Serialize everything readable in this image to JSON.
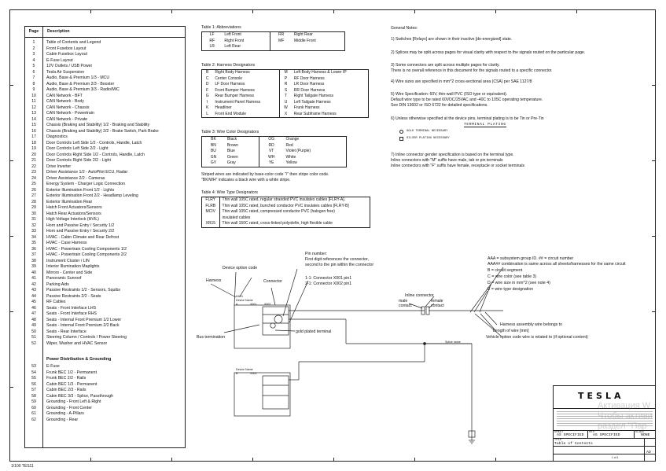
{
  "toc": {
    "headers": {
      "page": "Page",
      "description": "Description"
    },
    "entries": [
      {
        "page": "1",
        "description": "Table of Contents and Legend"
      },
      {
        "page": "2",
        "description": "Front Fusebox Layout"
      },
      {
        "page": "3",
        "description": "Cabin Fusebox Layout"
      },
      {
        "page": "4",
        "description": "E-Fuse Layout"
      },
      {
        "page": "5",
        "description": "12V Outlets / USB Power"
      },
      {
        "page": "6",
        "description": "Tesla Air Suspension"
      },
      {
        "page": "7",
        "description": "Audio, Base & Premium 1/3 - MCU"
      },
      {
        "page": "8",
        "description": "Audio, Base & Premium 2/3 - Booster"
      },
      {
        "page": "9",
        "description": "Audio, Base & Premium 3/3 - Radio/MIC"
      },
      {
        "page": "10",
        "description": "CAN Network - BFT"
      },
      {
        "page": "11",
        "description": "CAN Network - Body"
      },
      {
        "page": "12",
        "description": "CAN Network - Chassis"
      },
      {
        "page": "13",
        "description": "CAN Network - Powertrain"
      },
      {
        "page": "14",
        "description": "CAN Network - Private"
      },
      {
        "page": "15",
        "description": "Chassis (Braking and Stability) 1/2 - Braking and Stability"
      },
      {
        "page": "16",
        "description": "Chassis (Braking and Stability) 2/2 - Brake Switch, Park Brake"
      },
      {
        "page": "17",
        "description": "Diagnostics"
      },
      {
        "page": "18",
        "description": "Door Controls Left Side 1/2 - Controls, Handle, Latch"
      },
      {
        "page": "19",
        "description": "Door Controls Left Side 2/2 - Light"
      },
      {
        "page": "20",
        "description": "Door Controls Right Side 1/2 - Controls, Handle, Latch"
      },
      {
        "page": "21",
        "description": "Door Controls Right Side 2/2 - Light"
      },
      {
        "page": "22",
        "description": "Drive Inverter"
      },
      {
        "page": "23",
        "description": "Driver Assistance 1/2 - AutoPilot ECU, Radar"
      },
      {
        "page": "24",
        "description": "Driver Assistance 2/2 - Cameras"
      },
      {
        "page": "25",
        "description": "Energy System - Charger Logic Connection"
      },
      {
        "page": "26",
        "description": "Exterior Illumination Front 1/2 - Lights"
      },
      {
        "page": "27",
        "description": "Exterior Illumination Front 2/2 - Headlamp Leveling"
      },
      {
        "page": "28",
        "description": "Exterior Illumination Rear"
      },
      {
        "page": "29",
        "description": "Hatch Front Actuators/Sensors"
      },
      {
        "page": "30",
        "description": "Hatch Rear Actuators/Sensors"
      },
      {
        "page": "31",
        "description": "High Voltage Interlock (HVIL)"
      },
      {
        "page": "32",
        "description": "Horn and Passive Entry / Security 1/2"
      },
      {
        "page": "33",
        "description": "Horn and Passive Entry / Security 2/2"
      },
      {
        "page": "34",
        "description": "HVAC - Cabin Climate and Rear Defrost"
      },
      {
        "page": "35",
        "description": "HVAC - Case Harness"
      },
      {
        "page": "36",
        "description": "HVAC - Powertrain Cooling Components 1/2"
      },
      {
        "page": "37",
        "description": "HVAC - Powertrain Cooling Components 2/2"
      },
      {
        "page": "38",
        "description": "Instrument Cluster / LIN"
      },
      {
        "page": "39",
        "description": "Interior Illumination Maplights"
      },
      {
        "page": "40",
        "description": "Mirrors - Center and Side"
      },
      {
        "page": "41",
        "description": "Panoramic Sunroof"
      },
      {
        "page": "42",
        "description": "Parking Aids"
      },
      {
        "page": "43",
        "description": "Passive Restraints 1/2 - Sensors, Squibs"
      },
      {
        "page": "44",
        "description": "Passive Restraints 2/2 - Seats"
      },
      {
        "page": "45",
        "description": "RF Cables"
      },
      {
        "page": "46",
        "description": "Seats - Front Interface LHS"
      },
      {
        "page": "47",
        "description": "Seats - Front Interface RHS"
      },
      {
        "page": "48",
        "description": "Seats - Internal Front Premium 1/2 Lower"
      },
      {
        "page": "49",
        "description": "Seats - Internal Front Premium 2/2 Back"
      },
      {
        "page": "50",
        "description": "Seats - Rear Interface"
      },
      {
        "page": "51",
        "description": "Steering Column / Controls / Power Steering"
      },
      {
        "page": "52",
        "description": "Wiper, Washer and HVAC Sensor"
      }
    ],
    "section2_title": "Power Distribution & Grounding",
    "entries2": [
      {
        "page": "53",
        "description": "E-Fuse"
      },
      {
        "page": "54",
        "description": "Frunk BEC 1/2 - Permanent"
      },
      {
        "page": "55",
        "description": "Frunk BEC 2/2 - Rails"
      },
      {
        "page": "56",
        "description": "Cabin BEC 1/3 - Permanent"
      },
      {
        "page": "57",
        "description": "Cabin BEC 2/3 - Rails"
      },
      {
        "page": "58",
        "description": "Cabin BEC 3/3 - Splice, Passthrough"
      },
      {
        "page": "59",
        "description": "Grounding - Front Left & Right"
      },
      {
        "page": "60",
        "description": "Grounding - Front Center"
      },
      {
        "page": "61",
        "description": "Grounding - A-Pillars"
      },
      {
        "page": "62",
        "description": "Grounding - Rear"
      }
    ]
  },
  "table1": {
    "title": "Table 1: Abbreviations",
    "rows": [
      [
        "LF",
        "Left Front",
        "RR",
        "Right Rear"
      ],
      [
        "RF",
        "Right Front",
        "MF",
        "Middle Front"
      ],
      [
        "LR",
        "Left Rear",
        "",
        ""
      ]
    ]
  },
  "table2": {
    "title": "Table 2: Harness Designators",
    "rows": [
      [
        "B",
        "Right Body Harness",
        "M",
        "Left Body Harness & Lower IP"
      ],
      [
        "C",
        "Center Console",
        "P",
        "RF Door Harness"
      ],
      [
        "D",
        "LF Door Harness",
        "R",
        "LR Door Harness"
      ],
      [
        "F",
        "Front Bumper Harness",
        "S",
        "RR Door Harness"
      ],
      [
        "G",
        "Rear Bumper Harness",
        "T",
        "Right Tailgate Harness"
      ],
      [
        "I",
        "Instrument Panel Harness",
        "U",
        "Left Tailgate Harness"
      ],
      [
        "K",
        "Headliner",
        "W",
        "Frunk Harness"
      ],
      [
        "L",
        "Front End Module",
        "X",
        "Rear Subframe Harness"
      ]
    ]
  },
  "table3": {
    "title": "Table 3: Wire Color Designators",
    "rows": [
      [
        "BK",
        "Black",
        "OG",
        "Orange"
      ],
      [
        "BN",
        "Brown",
        "RD",
        "Red"
      ],
      [
        "BU",
        "Blue",
        "VT",
        "Violet (Purple)"
      ],
      [
        "GN",
        "Green",
        "WH",
        "White"
      ],
      [
        "GY",
        "Gray",
        "YE",
        "Yellow"
      ]
    ],
    "note1": "Striped wires are indicated by base-color code \"/\" then stripe color code.",
    "note2": "\"BK/WH\" indicates a black wire with a white stripe."
  },
  "table4": {
    "title": "Table 4: Wire Type Designators",
    "rows": [
      [
        "FLRY",
        "Thin wall 105C rated, regular stranded PVC insulates cables [FLRY-A]."
      ],
      [
        "FLRB",
        "Thin wall 105C rated, bunched conductor PVC insulates cables [FLRY-B]"
      ],
      [
        "MCIV",
        "Thin wall 105C rated, compressed conductor PVC (halogen free)"
      ],
      [
        "",
        "insulated cables"
      ],
      [
        "XR15",
        "Thin wall 150C rated, cross-linked polyolefin, high flexible cable"
      ]
    ]
  },
  "general_notes": {
    "title": "General Notes:",
    "items": [
      "1) Switches [Relays] are shown in their inactive [de-energized] state.",
      "2) Splices may be split across pages for visual clarity with respect to the signals routed on the particular page.",
      "3) Some connectors are split across multiple pages for clarity.",
      "    There is no overall reference in this document for the signals routed to a specific connector.",
      "4) Wire sizes are specified in mm^2 cross-sectional area (CSA) per SAE 1127/8",
      "5) Wire Specification: 60V, thin-wall PVC (ISO type or equivalent).",
      "    Default wire type to be rated 60VDC/25VAC and -40C to 105C operating temperature.",
      "    See DIN 13602 or ISO 6722 for detailed specifications.",
      "6) Unless otherwise specified at the device pins, terminal plating is to be Tin or Pre-Tin",
      "7) Inline connector gender specification is based on the terminal type.",
      "    Inline connectors with \"M\" suffix have male, tab or pin terminals",
      "    Inline connectors with \"F\" suffix have female, receptacle or socket terminals"
    ],
    "plating_title": "TERMINAL PLATING",
    "plating_gold": "GOLD TERMINAL NECESSARY",
    "plating_silver": "SILVER PLATING NECESSARY"
  },
  "legend": {
    "device_option_code": "Device option code",
    "harness": "Harness",
    "connector": "Connector",
    "pin_number_1": "Pin number:",
    "pin_number_2": "First digit references the connector,",
    "pin_number_3": "second to the pin within the connector",
    "conn_1": "1-1: Connector X001 pin1",
    "conn_2": "2-1: Connector X002 pin1",
    "inline_connector": "Inline connector",
    "male_contact": "male contact",
    "female_contact": "female contact",
    "bus_termination": "Bus termination",
    "gold_plated": "gold plated terminal",
    "code_1": "AAA = subsystem group ID. ## = circuit number",
    "code_2": "AAA## combination is same across all sheets/harnesses for the same circuit",
    "code_3": "B = circuit segment",
    "code_4": "C = wire color (see table 3)",
    "code_5": "D = wire size in mm^2 (see note 4)",
    "code_6": "E = wire type designation",
    "harness_wire": "Harness assembly wire belongs to",
    "length": "Length of wire [mm]",
    "vehicle_option": "Vehicle option code wire is related to (if optional content)",
    "device_name_1": "Device Name",
    "device_a": "A",
    "x001": "X001",
    "x002": "X002",
    "device_name_2": "Device Name",
    "device_b": "B",
    "x003": "X003",
    "dag": "DA01",
    "splice": "Splice name"
  },
  "title_block": {
    "logo": "TESLA",
    "row1_label": "SHEET",
    "row1_val": "AS SPECIFIED",
    "row1b_label": "REV",
    "row1b_val": "AS SPECIFIED",
    "row1c_label": "SCALE",
    "row1c_val": "NONE",
    "title_label": "TITLE",
    "title_val": "Table of Contents",
    "page_val": "AD",
    "sheet_of": "1 of 1"
  },
  "watermark": [
    "Активация W",
    "Чтобы активи",
    "раздел \"Пар"
  ],
  "footer": "1/100 TES11"
}
